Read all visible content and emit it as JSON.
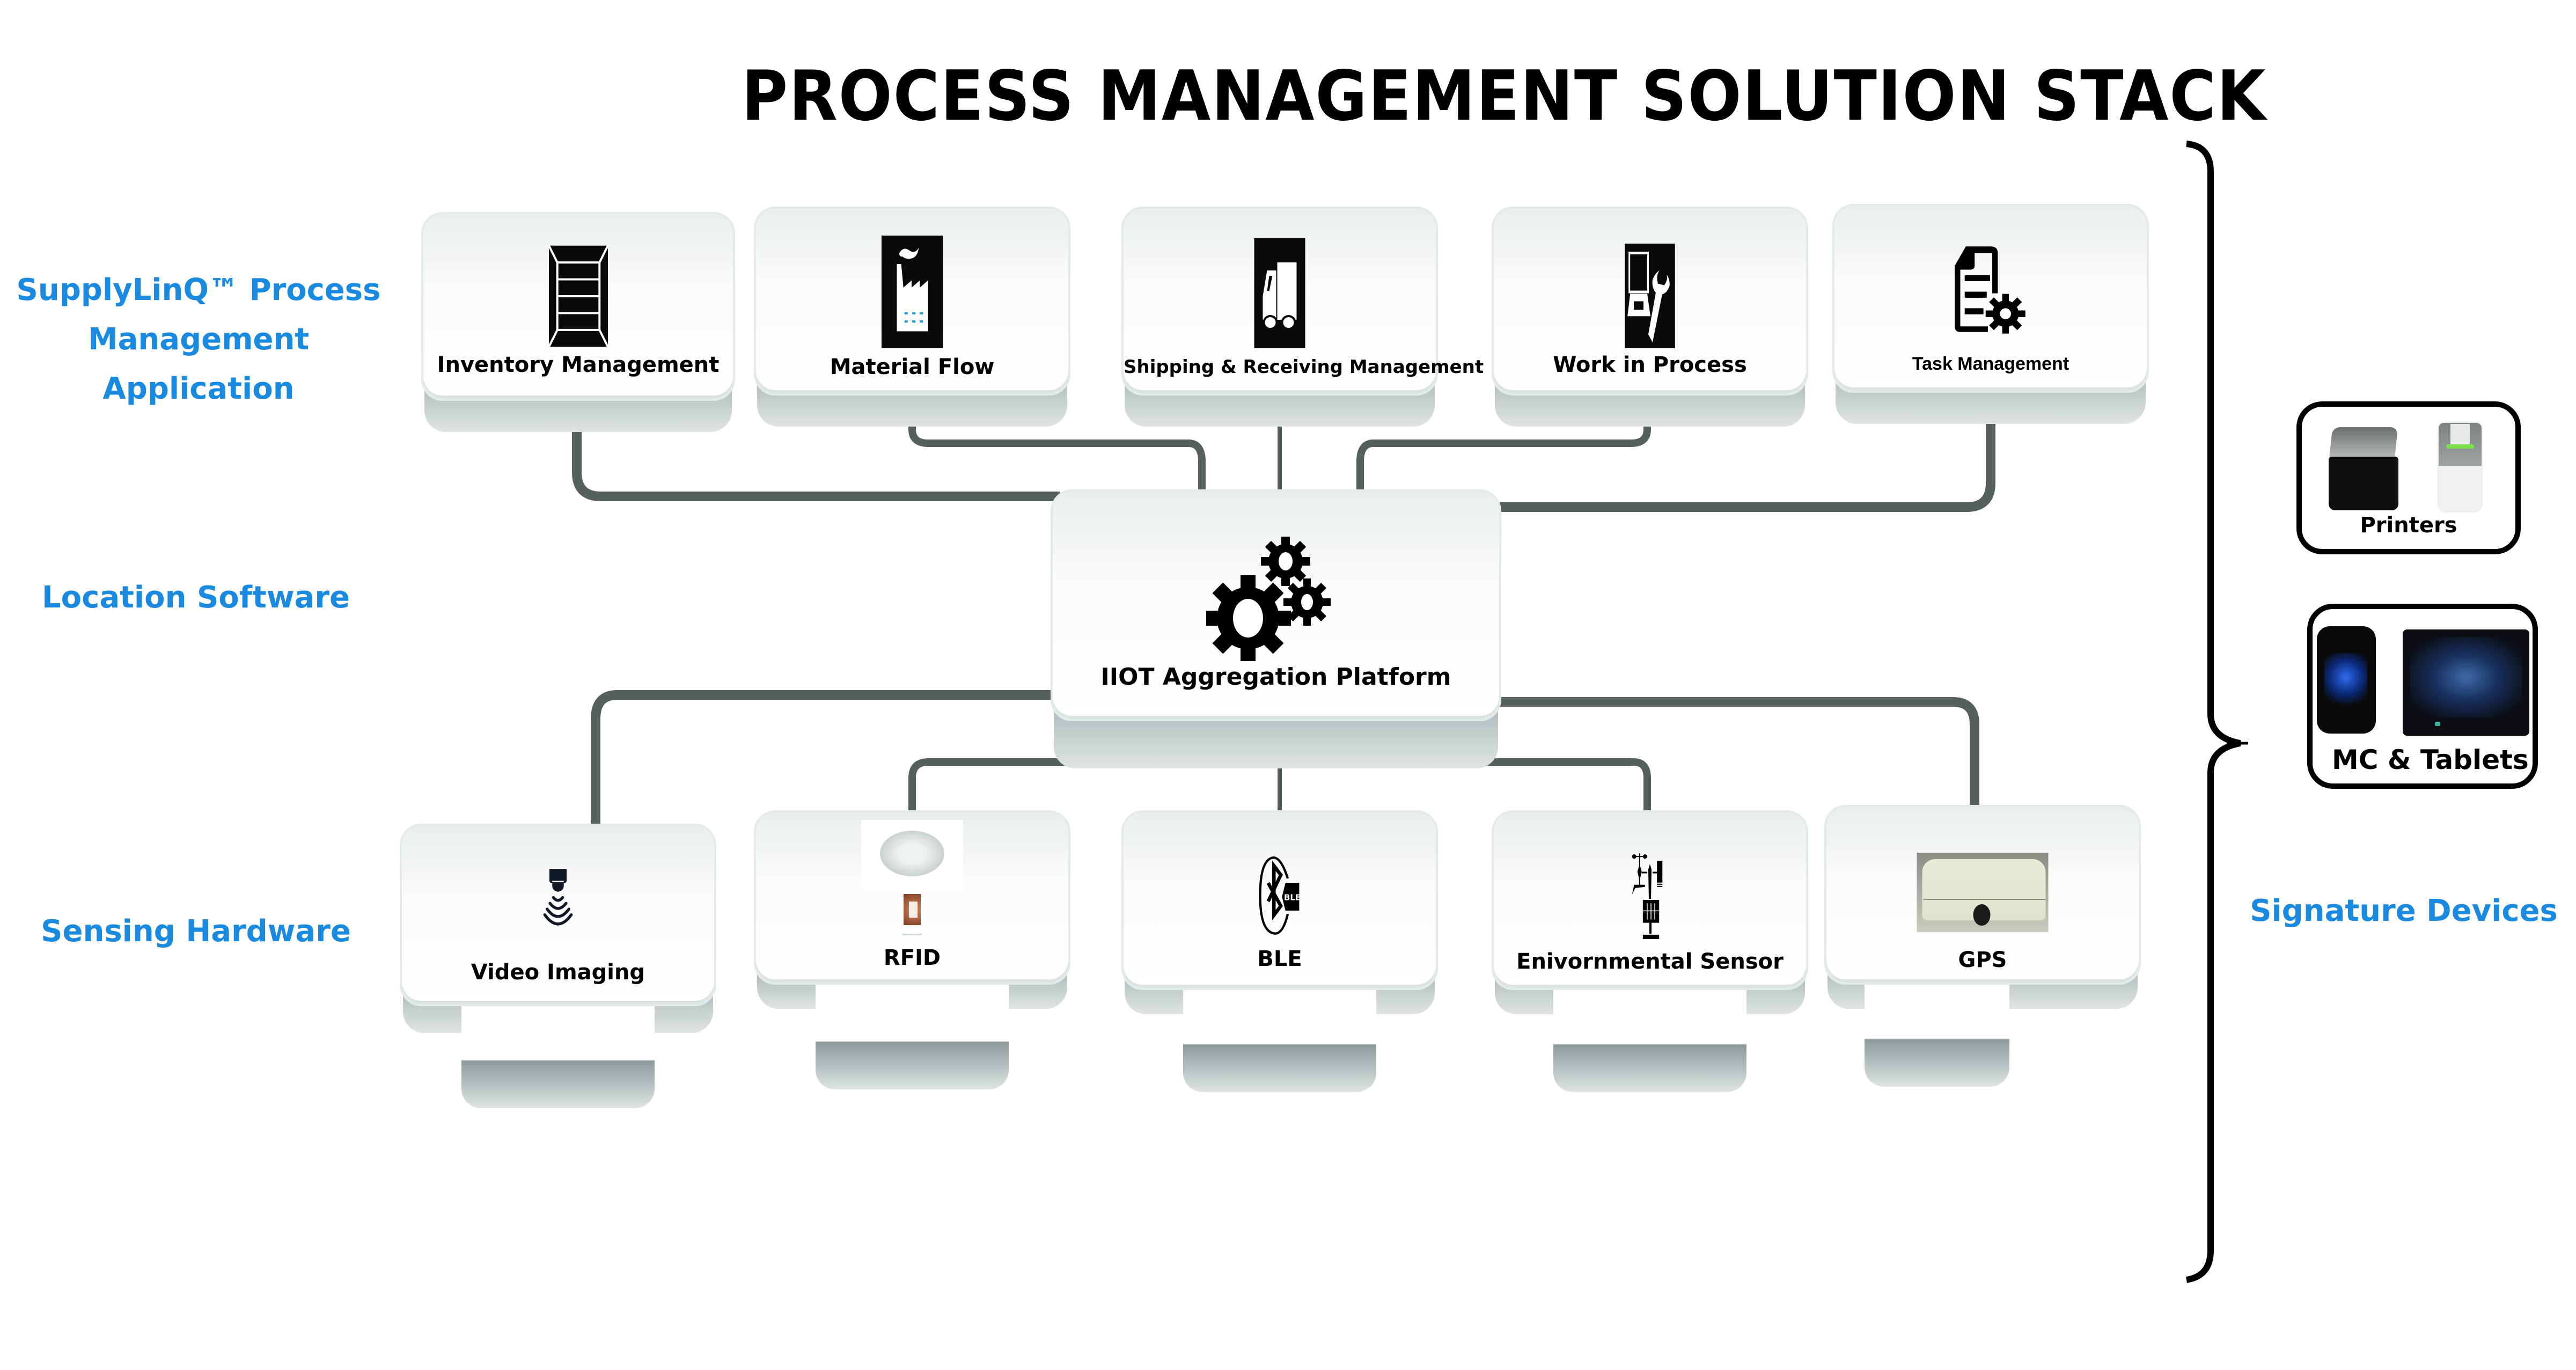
{
  "title": "PROCESS MANAGEMENT SOLUTION STACK",
  "accent_color": "#1a8ae0",
  "layers": {
    "application": {
      "line1": "SupplyLinQ™ Process",
      "line2": "Management Application"
    },
    "location": "Location Software",
    "sensing": "Sensing Hardware",
    "signature": "Signature Devices"
  },
  "applications": [
    {
      "label": "Inventory Management",
      "icon": "shelving-icon"
    },
    {
      "label": "Material Flow",
      "icon": "factory-icon"
    },
    {
      "label": "Shipping & Receiving Management",
      "icon": "truck-icon"
    },
    {
      "label": "Work in Process",
      "icon": "laptop-wrench-icon"
    },
    {
      "label": "Task Management",
      "icon": "document-gear-icon"
    }
  ],
  "platform": {
    "label": "IIOT Aggregation Platform",
    "icon": "gears-icon"
  },
  "sensors": [
    {
      "label": "Video Imaging",
      "icon": "camera-signal-icon"
    },
    {
      "label": "RFID",
      "icon": "rfid-reader-tag-icon"
    },
    {
      "label": "BLE",
      "icon": "bluetooth-ble-icon",
      "badge": "BLE"
    },
    {
      "label": "Enivornmental Sensor",
      "icon": "weather-station-icon"
    },
    {
      "label": "GPS",
      "icon": "gps-device-icon"
    }
  ],
  "devices": [
    {
      "label": "Printers",
      "icon": "printers-icon"
    },
    {
      "label": "MC & Tablets",
      "icon": "mobile-tablet-icon"
    }
  ]
}
